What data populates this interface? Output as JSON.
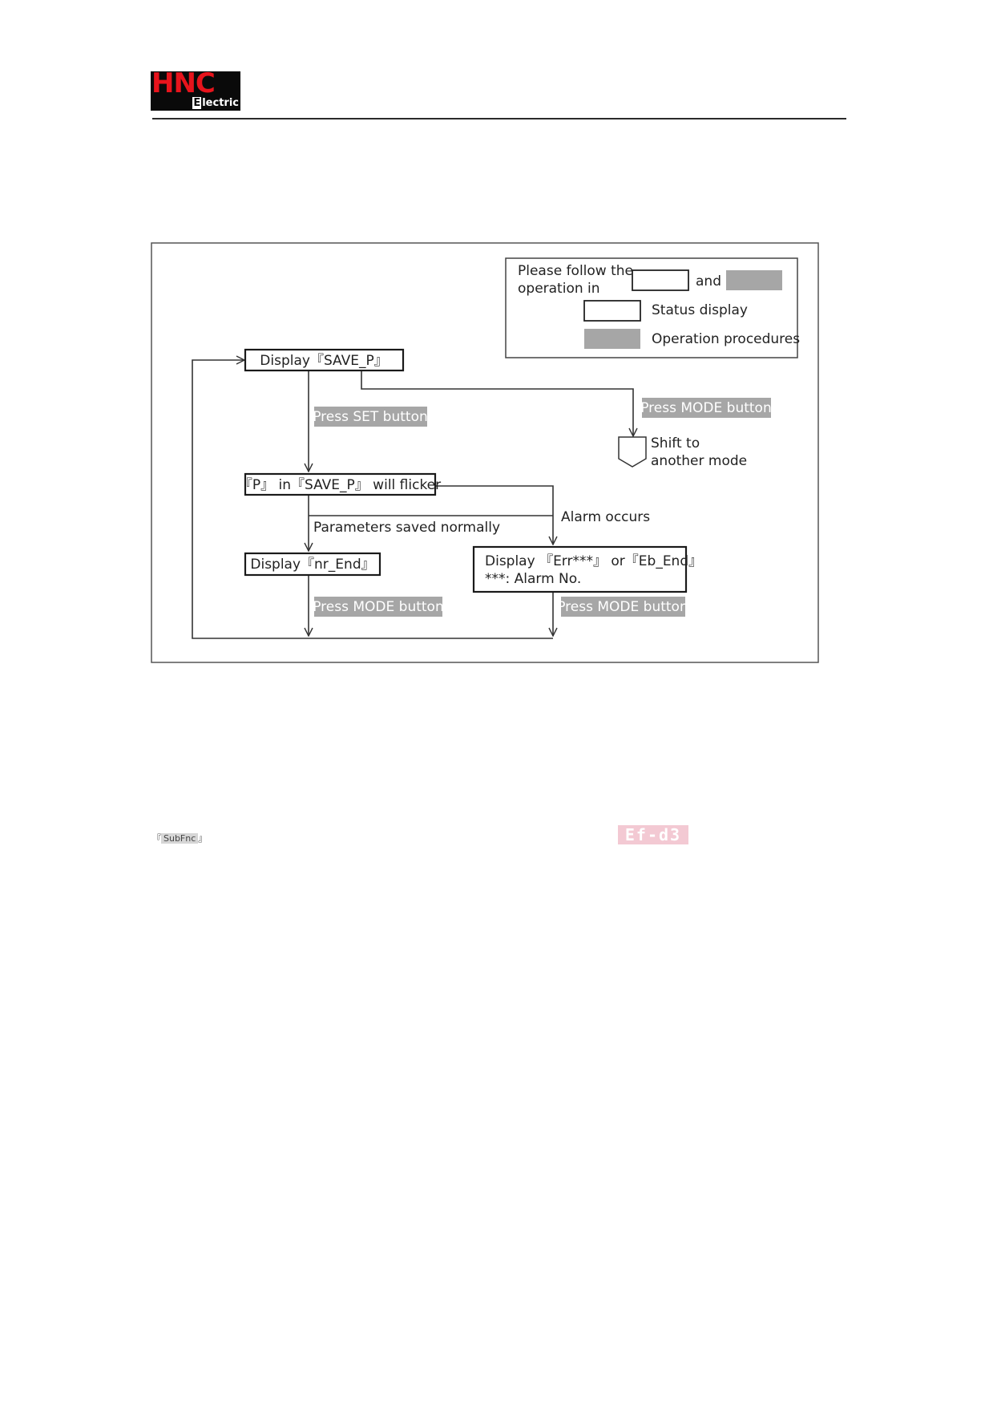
{
  "header": {
    "logo_main": "HNC",
    "logo_sub": "lectric",
    "logo_sub_initial": "E"
  },
  "legend": {
    "line1": "Please follow the",
    "line2": "operation in",
    "and": "and",
    "status_label": "Status display",
    "operation_label": "Operation procedures"
  },
  "nodes": {
    "display_save_p": "Display『SAVE_P』",
    "p_flicker": "『P』 in『SAVE_P』 will flicker",
    "display_nr_end": "Display『nr_End』",
    "display_err_line1": "Display 『Err***』 or『Eb_End』",
    "display_err_line2": "***: Alarm No.",
    "shift_line1": "Shift to",
    "shift_line2": "another mode"
  },
  "operations": {
    "press_set": "Press SET button",
    "press_mode_top": "Press MODE button",
    "press_mode_left": "Press MODE button",
    "press_mode_right": "Press MODE button"
  },
  "edges": {
    "saved_normally": "Parameters saved normally",
    "alarm_occurs": "Alarm occurs"
  },
  "footer": {
    "subfnc_open": "『",
    "subfnc_chip": "SubFnc",
    "subfnc_close": "』",
    "seg_display": "Ef-d3"
  },
  "colors": {
    "operation_fill": "#a6a6a6",
    "line": "#333333",
    "logo_red": "#e8141c",
    "seg_pink": "#f3c9d3"
  }
}
